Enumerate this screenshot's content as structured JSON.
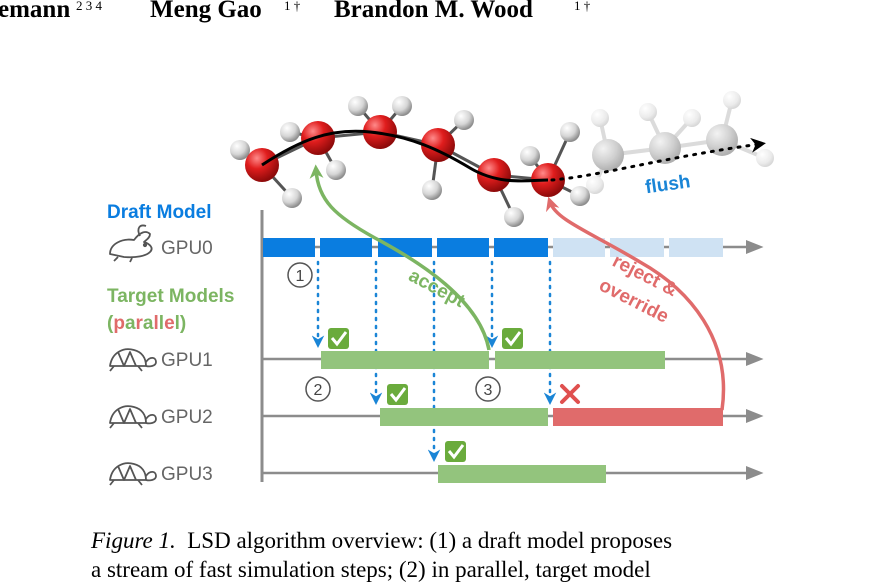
{
  "authors": [
    {
      "name": "emann",
      "affil": "2 3 4"
    },
    {
      "name": "Meng Gao",
      "affil": "1 †"
    },
    {
      "name": "Brandon M. Wood",
      "affil": "1 †"
    }
  ],
  "figure": {
    "draft_heading": "Draft Model",
    "target_heading_prefix": "Target Models",
    "parallel_letters": [
      {
        "ch": "(",
        "color": "#7cb562"
      },
      {
        "ch": "p",
        "color": "#e06b6b"
      },
      {
        "ch": "a",
        "color": "#7cb562"
      },
      {
        "ch": "r",
        "color": "#e06b6b"
      },
      {
        "ch": "a",
        "color": "#7cb562"
      },
      {
        "ch": "l",
        "color": "#e06b6b"
      },
      {
        "ch": "l",
        "color": "#7cb562"
      },
      {
        "ch": "e",
        "color": "#e06b6b"
      },
      {
        "ch": "l",
        "color": "#7cb562"
      },
      {
        "ch": ")",
        "color": "#7cb562"
      }
    ],
    "gpus": [
      "GPU0",
      "GPU1",
      "GPU2",
      "GPU3"
    ],
    "labels": {
      "accept": "accept",
      "reject": "reject &",
      "override": "override",
      "flush": "flush"
    },
    "steps": [
      "1",
      "2",
      "3"
    ],
    "colors": {
      "draft": "#0a7de0",
      "draft_light": "#cfe2f3",
      "accept": "#7cb562",
      "reject": "#e06b6b",
      "flush": "#1a85d6",
      "axis": "#8c8c8c",
      "atom_red": "#d81e1e",
      "atom_gray": "#cfcfcf"
    }
  },
  "caption": {
    "label": "Figure 1.",
    "line1": "LSD algorithm overview: (1) a draft model proposes",
    "line2": "a stream of fast simulation steps; (2) in parallel, target model"
  }
}
